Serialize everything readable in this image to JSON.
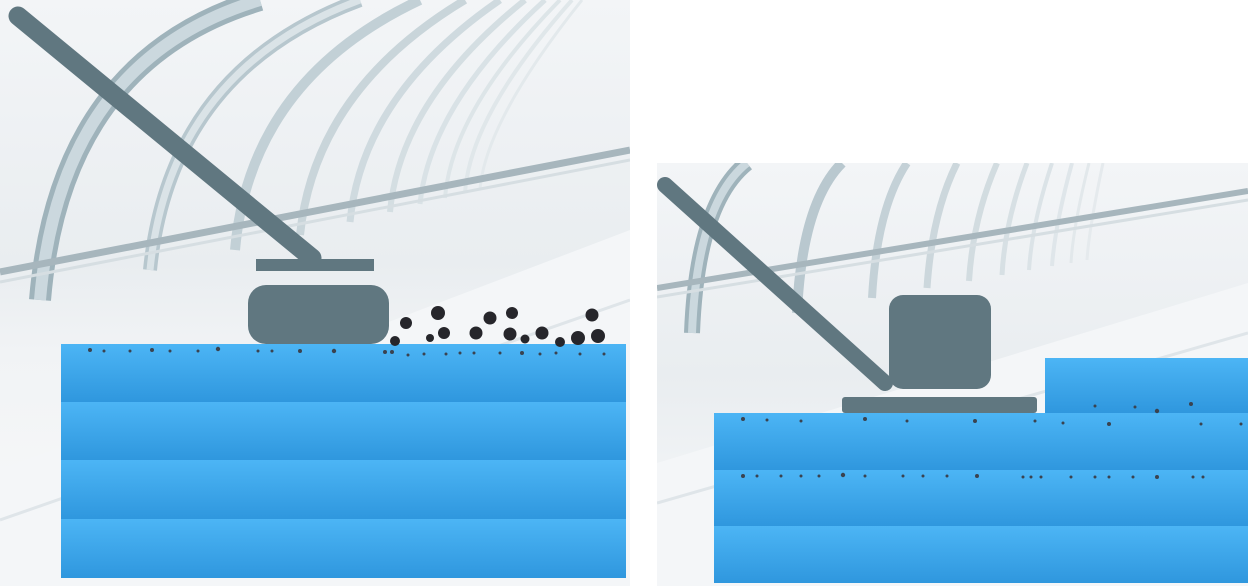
{
  "colors": {
    "background_top": "#eef1f4",
    "background_floor": "#f6f7f9",
    "arch": "#c9d6dc",
    "arch_shadow": "#9fb3bb",
    "rail": "#a9b8bf",
    "equipment": "#607780",
    "layer_top": "#4fb6f5",
    "layer_bottom": "#2f98e0",
    "particle": "#2a2a2e"
  },
  "panels": [
    {
      "name": "before-leveling",
      "layer_count": 4,
      "loose_particles_visible": true
    },
    {
      "name": "after-leveling",
      "layer_count": 3,
      "raised_step_visible": true
    }
  ]
}
